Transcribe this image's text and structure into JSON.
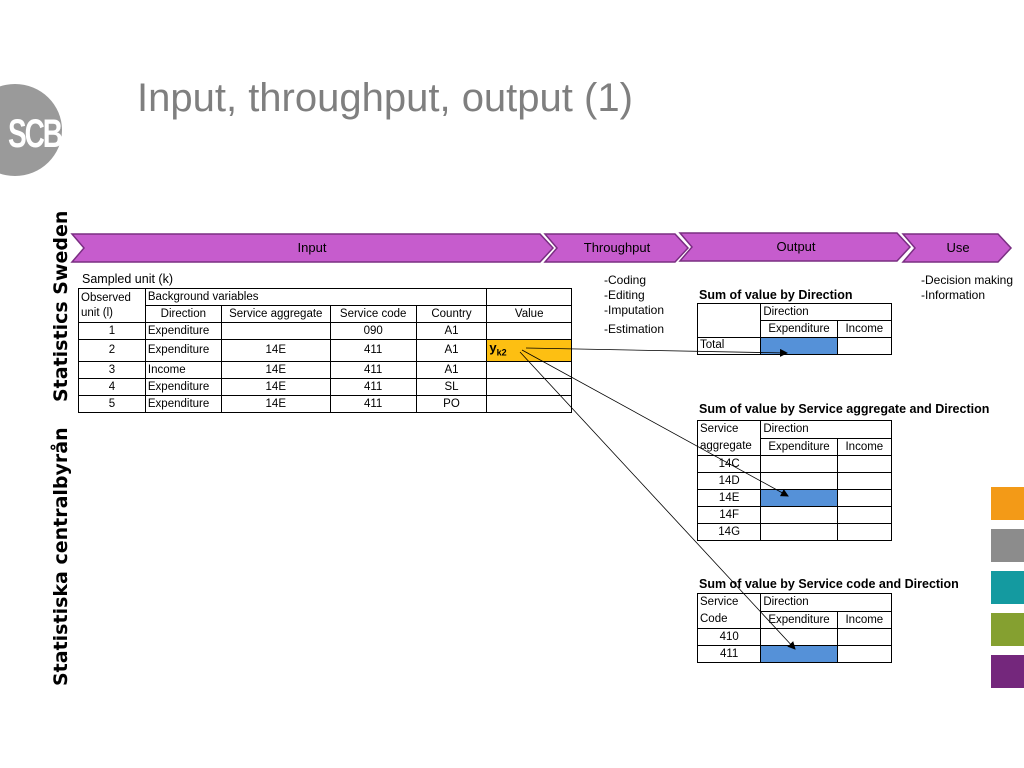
{
  "slide": {
    "title": "Input, throughput, output (1)",
    "logo_text": "SCB",
    "vertical_text_1": "Statistics Sweden",
    "vertical_text_2": "Statistiska centralbyrån"
  },
  "flow": {
    "stages": [
      "Input",
      "Throughput",
      "Output",
      "Use"
    ],
    "colors": {
      "arrow_fill": "#c65ccd",
      "arrow_stroke": "#7a2e82"
    }
  },
  "throughput_notes": [
    "-Coding",
    "-Editing",
    "-Imputation",
    "-Estimation"
  ],
  "use_notes": [
    "-Decision making",
    "-Information"
  ],
  "input_table": {
    "caption": "Sampled unit (k)",
    "header1": [
      "Observed unit (l)",
      "Background variables",
      "Value"
    ],
    "header2": [
      "Direction",
      "Service aggregate",
      "Service code",
      "Country"
    ],
    "rows": [
      [
        "1",
        "Expenditure",
        "",
        "090",
        "A1",
        ""
      ],
      [
        "2",
        "Expenditure",
        "14E",
        "411",
        "A1",
        "y"
      ],
      [
        "3",
        "Income",
        "14E",
        "411",
        "A1",
        ""
      ],
      [
        "4",
        "Expenditure",
        "14E",
        "411",
        "SL",
        ""
      ],
      [
        "5",
        "Expenditure",
        "14E",
        "411",
        "PO",
        ""
      ]
    ],
    "highlight_subscript": "k2"
  },
  "output_table_1": {
    "title": "Sum of value by Direction",
    "group_header": "Direction",
    "columns": [
      "Expenditure",
      "Income"
    ],
    "row_label": "Total"
  },
  "output_table_2": {
    "title": "Sum of value by Service aggregate and Direction",
    "row_header": "Service aggregate",
    "group_header": "Direction",
    "columns": [
      "Expenditure",
      "Income"
    ],
    "rows": [
      "14C",
      "14D",
      "14E",
      "14F",
      "14G"
    ],
    "highlight_row": "14E"
  },
  "output_table_3": {
    "title": "Sum of value by Service code and Direction",
    "row_header": "Service Code",
    "group_header": "Direction",
    "columns": [
      "Expenditure",
      "Income"
    ],
    "rows": [
      "410",
      "411"
    ],
    "highlight_row": "411"
  },
  "side_squares": [
    "#f39a17",
    "#8c8c8c",
    "#149aa0",
    "#85a030",
    "#74277c"
  ],
  "colors": {
    "yellow": "#fdbf12",
    "blue": "#5591d8",
    "title_gray": "#7f7f7f"
  }
}
